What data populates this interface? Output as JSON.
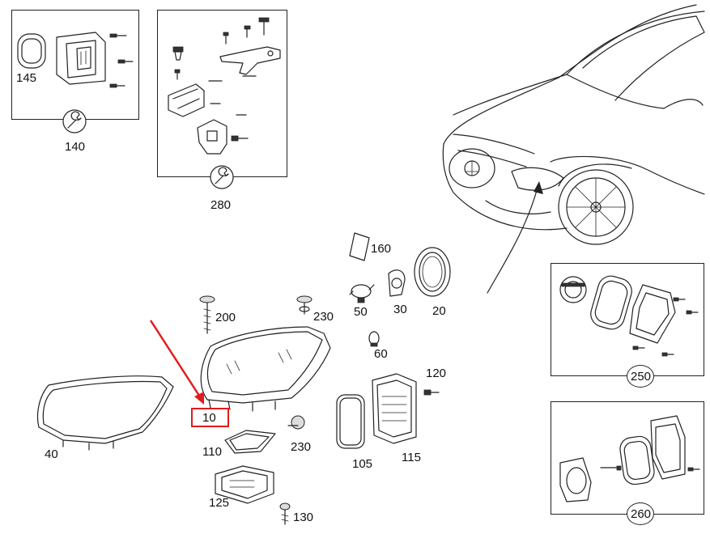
{
  "diagram": {
    "accent_color": "#e21b1b",
    "highlighted_part": "10",
    "parts": [
      {
        "id": "p145",
        "label": "145"
      },
      {
        "id": "p140",
        "label": "140"
      },
      {
        "id": "p280",
        "label": "280"
      },
      {
        "id": "p160",
        "label": "160"
      },
      {
        "id": "p200",
        "label": "200"
      },
      {
        "id": "p230a",
        "label": "230"
      },
      {
        "id": "p50",
        "label": "50"
      },
      {
        "id": "p30",
        "label": "30"
      },
      {
        "id": "p20",
        "label": "20"
      },
      {
        "id": "p60",
        "label": "60"
      },
      {
        "id": "p120",
        "label": "120"
      },
      {
        "id": "p10",
        "label": "10"
      },
      {
        "id": "p40",
        "label": "40"
      },
      {
        "id": "p110",
        "label": "110"
      },
      {
        "id": "p230b",
        "label": "230"
      },
      {
        "id": "p105",
        "label": "105"
      },
      {
        "id": "p115",
        "label": "115"
      },
      {
        "id": "p125",
        "label": "125"
      },
      {
        "id": "p130",
        "label": "130"
      },
      {
        "id": "p250",
        "label": "250"
      },
      {
        "id": "p260",
        "label": "260"
      }
    ],
    "icons": [
      "wrench-icon"
    ]
  }
}
